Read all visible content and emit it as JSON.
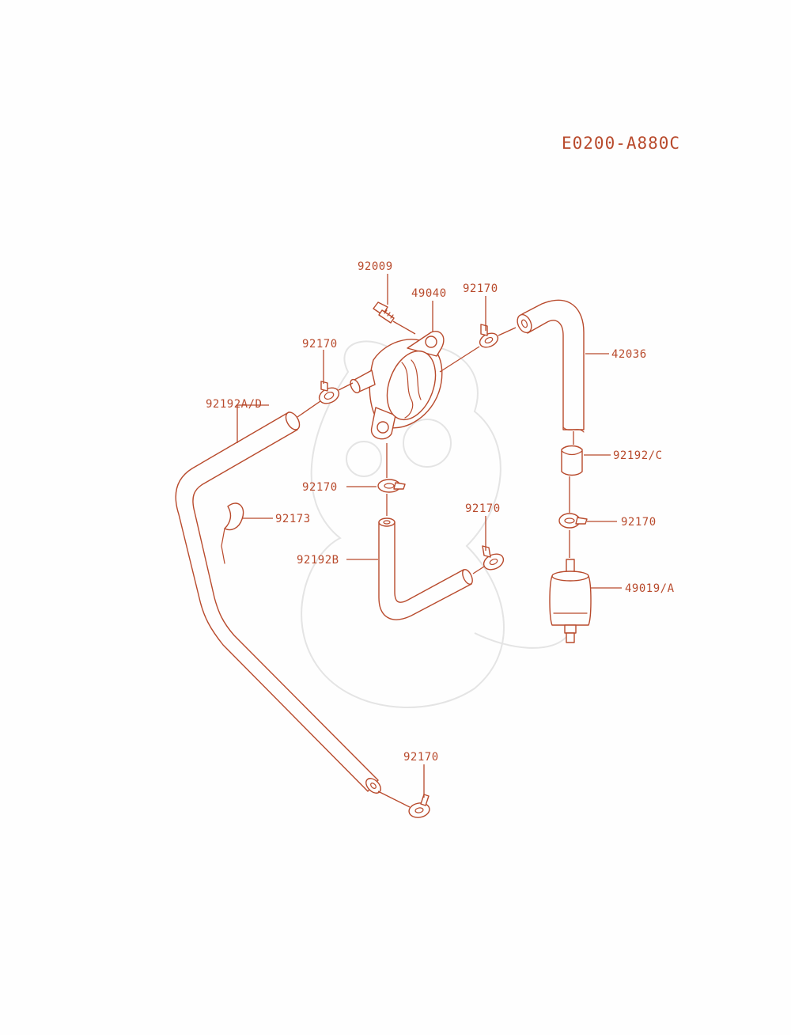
{
  "diagram_code": "E0200-A880C",
  "callouts": {
    "bolt": "92009",
    "fuel_pump": "49040",
    "clamp_pump_outlet": "92170",
    "hose_upper_right": "42036",
    "clamp_pump_inlet": "92170",
    "hose_long": "92192A/D",
    "clamp_pump_bottom": "92170",
    "clip": "92173",
    "hose_short_sleeve": "92192/C",
    "clamp_filter_top": "92170",
    "clamp_elbow_hose": "92170",
    "hose_elbow": "92192B",
    "fuel_filter": "49019/A",
    "clamp_hose_end": "92170"
  },
  "colors": {
    "line": "#b84a2c",
    "background": "#fefefe",
    "watermark": "#e4e4e4"
  }
}
